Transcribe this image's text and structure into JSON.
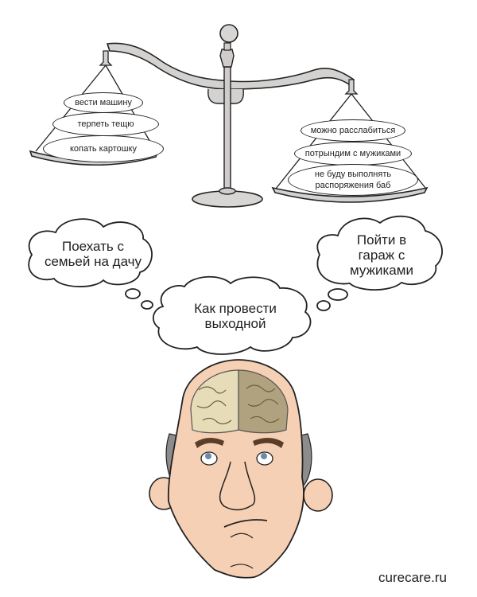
{
  "scale": {
    "left_pan": {
      "items": [
        "вести машину",
        "терпеть тещю",
        "копать картошку"
      ]
    },
    "right_pan": {
      "items": [
        "можно расслабиться",
        "потрындим с мужиками",
        "не буду выполнять распоряжения баб"
      ]
    },
    "colors": {
      "metal": "#d4d2d0",
      "outline": "#222222"
    }
  },
  "thoughts": {
    "left": "Поехать с семьей на дачу",
    "center": "Как провести выходной",
    "right": "Пойти в гараж с мужиками"
  },
  "character": {
    "description": "balding man with exposed brain, looking up",
    "colors": {
      "skin": "#f6d0b4",
      "brain_left": "#e6dcb8",
      "brain_right": "#b0a27e",
      "hair": "#8c8c8c",
      "brows": "#5a3e2a"
    }
  },
  "watermark": "curecare.ru"
}
